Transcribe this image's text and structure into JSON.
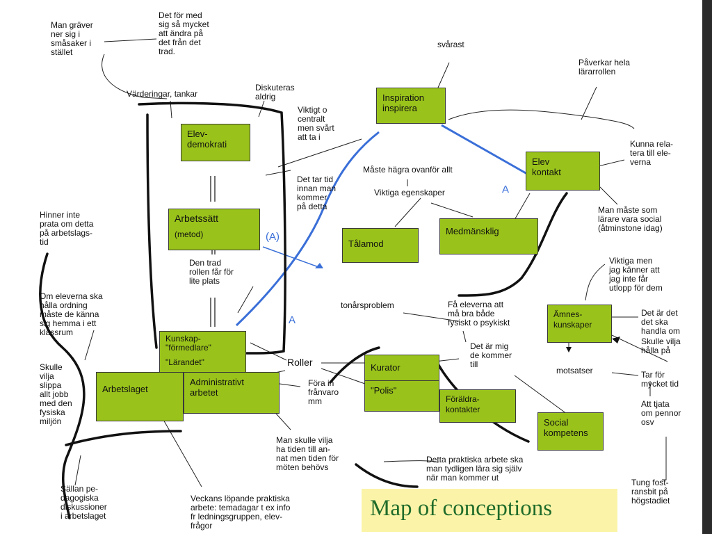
{
  "colors": {
    "box_fill": "#99c31a",
    "title_fill": "#fbf4a8",
    "title_text": "#1f6b2a",
    "blue_line": "#3a6fd8",
    "ink": "#111111"
  },
  "boxes": {
    "inspiration": "Inspiration\ninspirera",
    "elevdemokrati": "Elev-\ndemokrati",
    "arbetssatt": "Arbetssätt",
    "arbetssatt_sub": "(metod)",
    "elevkontakt": "Elev\nkontakt",
    "talamod": "Tålamod",
    "medmanslig": "Medmänsklig",
    "amneskunskaper": "Ämnes-\nkunskaper",
    "kunskapsformedlare": "Kunskap-\n\"förmedlare\"",
    "larandet": "\"Lärandet\"",
    "arbetslaget": "Arbetslaget",
    "administrativt": "Administrativt\narbetet",
    "kurator": "Kurator",
    "polis": "\"Polis\"",
    "foraldrakontakter": "Föräldra-\nkontakter",
    "social": "Social\nkompetens"
  },
  "notes": {
    "man_graver": "Man gräver\nner sig i\nsmåsaker i\nstället",
    "det_for_med": "Det för med\nsig så mycket\natt ändra på\ndet från det\ntrad.",
    "svarast": "svårast",
    "paverkar": "Påverkar hela\nlärarrollen",
    "varderingar": "Värderingar, tankar",
    "diskuteras": "Diskuteras\naldrig",
    "viktigt": "Viktigt o\ncentralt\nmen svårt\natt ta i",
    "kunna_relatera": "Kunna rela-\ntera till ele-\nverna",
    "det_tar_tid": "Det tar tid\ninnan man\nkommer\npå detta",
    "maste_hagra": "Måste hägra ovanför allt",
    "viktiga_egenskaper": "Viktiga egenskaper",
    "vara_social": "Man måste som\nlärare vara social\n(åtminstone idag)",
    "hinner_inte": "Hinner inte\nprata om detta\npå arbetslags-\ntid",
    "den_trad": "Den trad\nrollen får för\nlite plats",
    "viktiga_men": "Viktiga men\njag känner att\njag inte får\nutlopp för dem",
    "om_eleverna": "Om eleverna ska\nhålla ordning\nmåste de känna\nsig hemma i ett\nklassrum",
    "tonarsproblem": "tonårsproblem",
    "fa_eleverna": "Få eleverna att\nmå bra både\nfysiskt o psykiskt",
    "det_ar_det": "Det är det\ndet ska\nhandla om",
    "skulle_vilja_halla": "Skulle vilja\nhålla på",
    "det_ar_mig": "Det är mig\nde kommer\ntill",
    "skulle_vilja_slippa": "Skulle\nvilja\nslippa\nallt jobb\nmed den\nfysiska\nmiljön",
    "roller": "Roller",
    "motsatser": "motsatser",
    "tar_for": "Tar för\nmycket tid",
    "fora_in": "Föra in\nfrånvaro\nmm",
    "att_tjata": "Att tjata\nom pennor\nosv",
    "man_skulle_vilja": "Man skulle vilja\nha tiden till an-\nnat men tiden för\nmöten behövs",
    "detta_praktiska": "Detta praktiska arbete ska\nman tydligen lära sig själv\nnär man kommer ut",
    "tung": "Tung fost-\nransbit på\nhögstadiet",
    "sallan": "Sällan pe-\ndagogiska\ndiskussioner\ni arbetslaget",
    "veckans": "Veckans löpande praktiska\narbete: temadagar t ex info\nfr ledningsgruppen, elev-\nfrågor"
  },
  "blue_labels": {
    "a_paren": "(A)",
    "a_right": "A",
    "a_left": "A"
  },
  "title": "Map of conceptions"
}
